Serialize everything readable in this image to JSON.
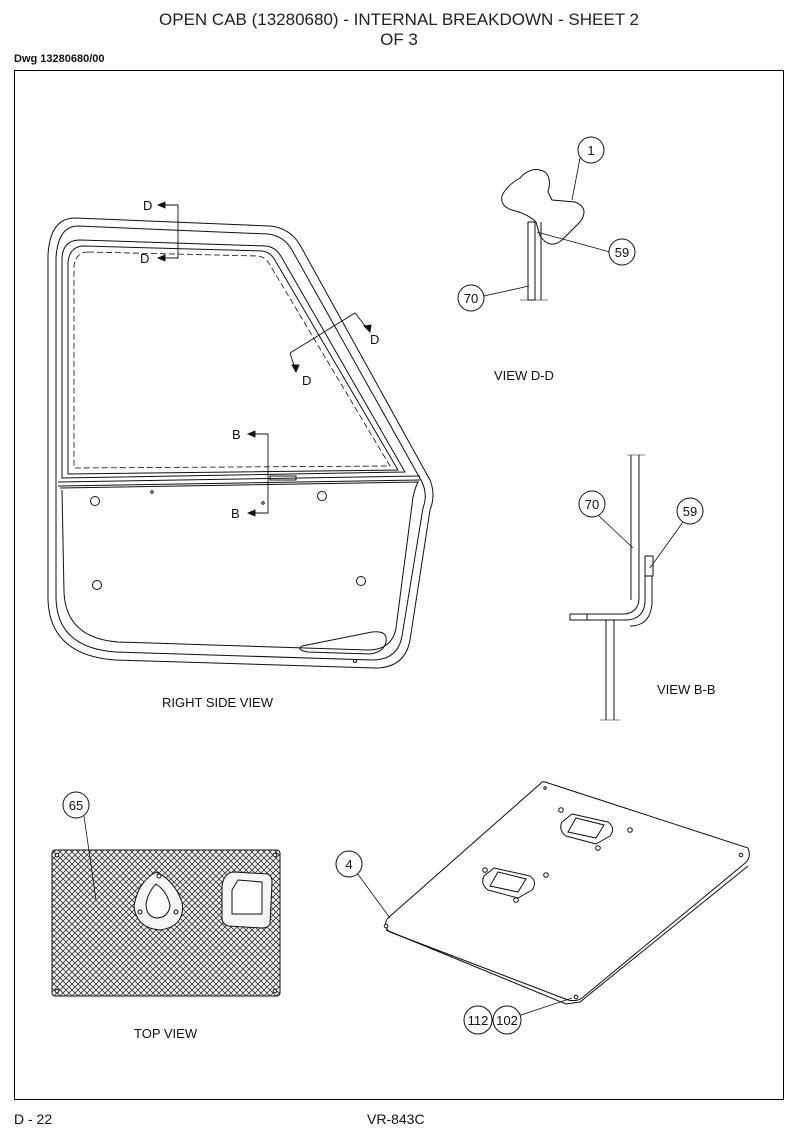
{
  "header": {
    "title_line1": "OPEN CAB (13280680) - INTERNAL BREAKDOWN - SHEET 2",
    "title_line2": "OF 3",
    "drawing_number": "Dwg 13280680/00"
  },
  "views": {
    "right_side": "RIGHT SIDE VIEW",
    "view_dd": "VIEW D-D",
    "view_bb": "VIEW B-B",
    "top": "TOP VIEW"
  },
  "section_marks": {
    "d": "D",
    "b": "B"
  },
  "callouts": {
    "c1": "1",
    "c59_dd": "59",
    "c70_dd": "70",
    "c70_bb": "70",
    "c59_bb": "59",
    "c65": "65",
    "c4": "4",
    "c112": "112",
    "c102": "102"
  },
  "footer": {
    "page": "D - 22",
    "doc": "VR-843C"
  }
}
